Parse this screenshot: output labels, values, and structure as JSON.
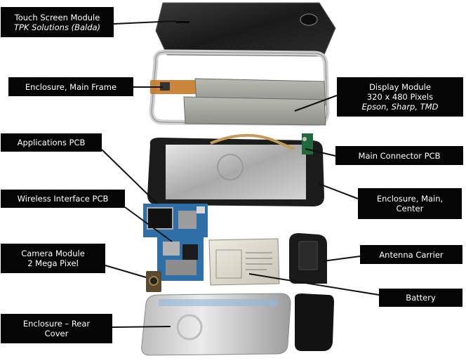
{
  "labels": {
    "touch_screen": {
      "title": "Touch Screen Module",
      "subtitle": "TPK Solutions (Balda)"
    },
    "enclosure_main_frame": {
      "title": "Enclosure, Main Frame"
    },
    "display_module": {
      "title": "Display Module",
      "line2": "320 x 480 Pixels",
      "line3": "Epson, Sharp, TMD"
    },
    "applications_pcb": {
      "title": "Applications PCB"
    },
    "main_connector_pcb": {
      "title": "Main Connector PCB"
    },
    "wireless_interface_pcb": {
      "title": "Wireless Interface PCB"
    },
    "enclosure_main_center": {
      "line1": "Enclosure, Main,",
      "line2": "Center"
    },
    "camera_module": {
      "line1": "Camera Module",
      "line2": "2 Mega Pixel"
    },
    "antenna_carrier": {
      "title": "Antenna Carrier"
    },
    "battery": {
      "title": "Battery"
    },
    "enclosure_rear_cover": {
      "line1": "Enclosure – Rear",
      "line2": "Cover"
    }
  },
  "colors": {
    "label_bg": "#050505",
    "label_text": "#ffffff",
    "pcb_blue": "#2f6fa8",
    "battery_silver": "#d8d4c8",
    "frame_silver": "#c8c8c8"
  }
}
